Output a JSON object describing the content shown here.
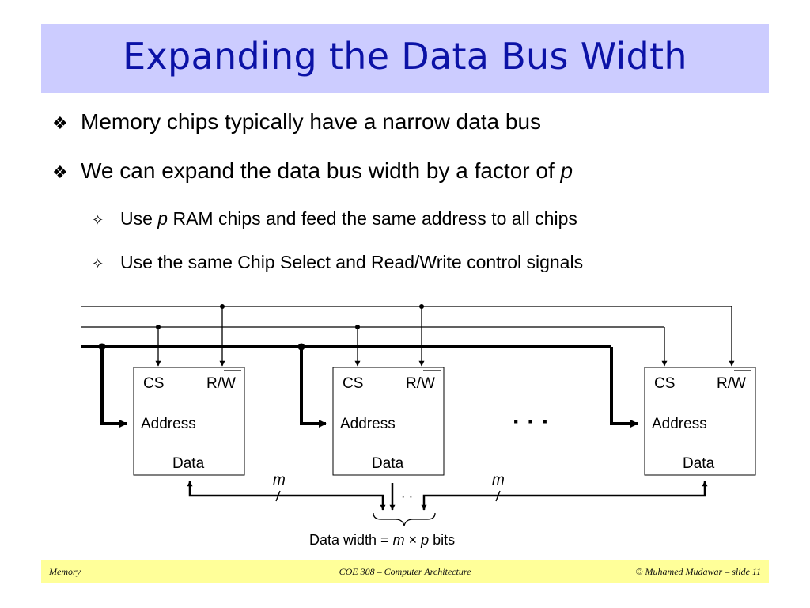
{
  "title": "Expanding the Data Bus Width",
  "bullets": [
    {
      "text": "Memory chips typically have a narrow data bus"
    },
    {
      "text": "We can expand the data bus width by a factor of ",
      "italic": "p"
    }
  ],
  "subbullets": [
    {
      "pre": "Use ",
      "italic": "p",
      "post": " RAM chips and feed the same address to all chips"
    },
    {
      "text": "Use the same Chip Select and Read/Write control signals"
    }
  ],
  "diagram": {
    "chip_labels": {
      "cs": "CS",
      "rw_r": "R/",
      "rw_w": "W",
      "address": "Address",
      "data": "Data"
    },
    "ellipsis": "· · ·",
    "m_label": "m",
    "dots_small": "· ·",
    "data_width": {
      "pre": "Data width = ",
      "m": "m",
      "times": " × ",
      "p": "p",
      "post": " bits"
    }
  },
  "footer": {
    "left": "Memory",
    "center": "COE 308 – Computer Architecture",
    "right": "© Muhamed Mudawar – slide 11"
  }
}
